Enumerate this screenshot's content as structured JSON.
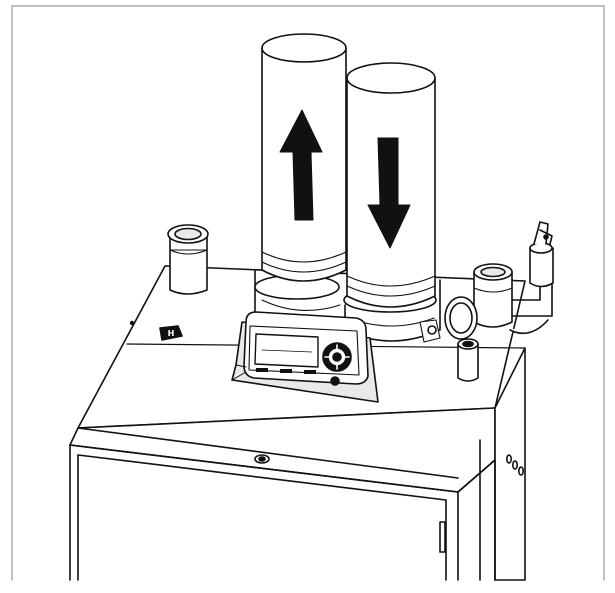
{
  "figure": {
    "subject": "boiler-top-with-vent-pipes-and-control-panel",
    "colors": {
      "line": "#111111",
      "fill": "#ffffff",
      "shade": "#e9e9e9",
      "dark": "#111111",
      "frame": "#9a9a9a"
    }
  },
  "arrows": {
    "exhaust": {
      "direction": "up",
      "icon": "arrow-up-icon"
    },
    "intake": {
      "direction": "down",
      "icon": "arrow-down-icon"
    }
  },
  "badge": {
    "text": "H"
  }
}
